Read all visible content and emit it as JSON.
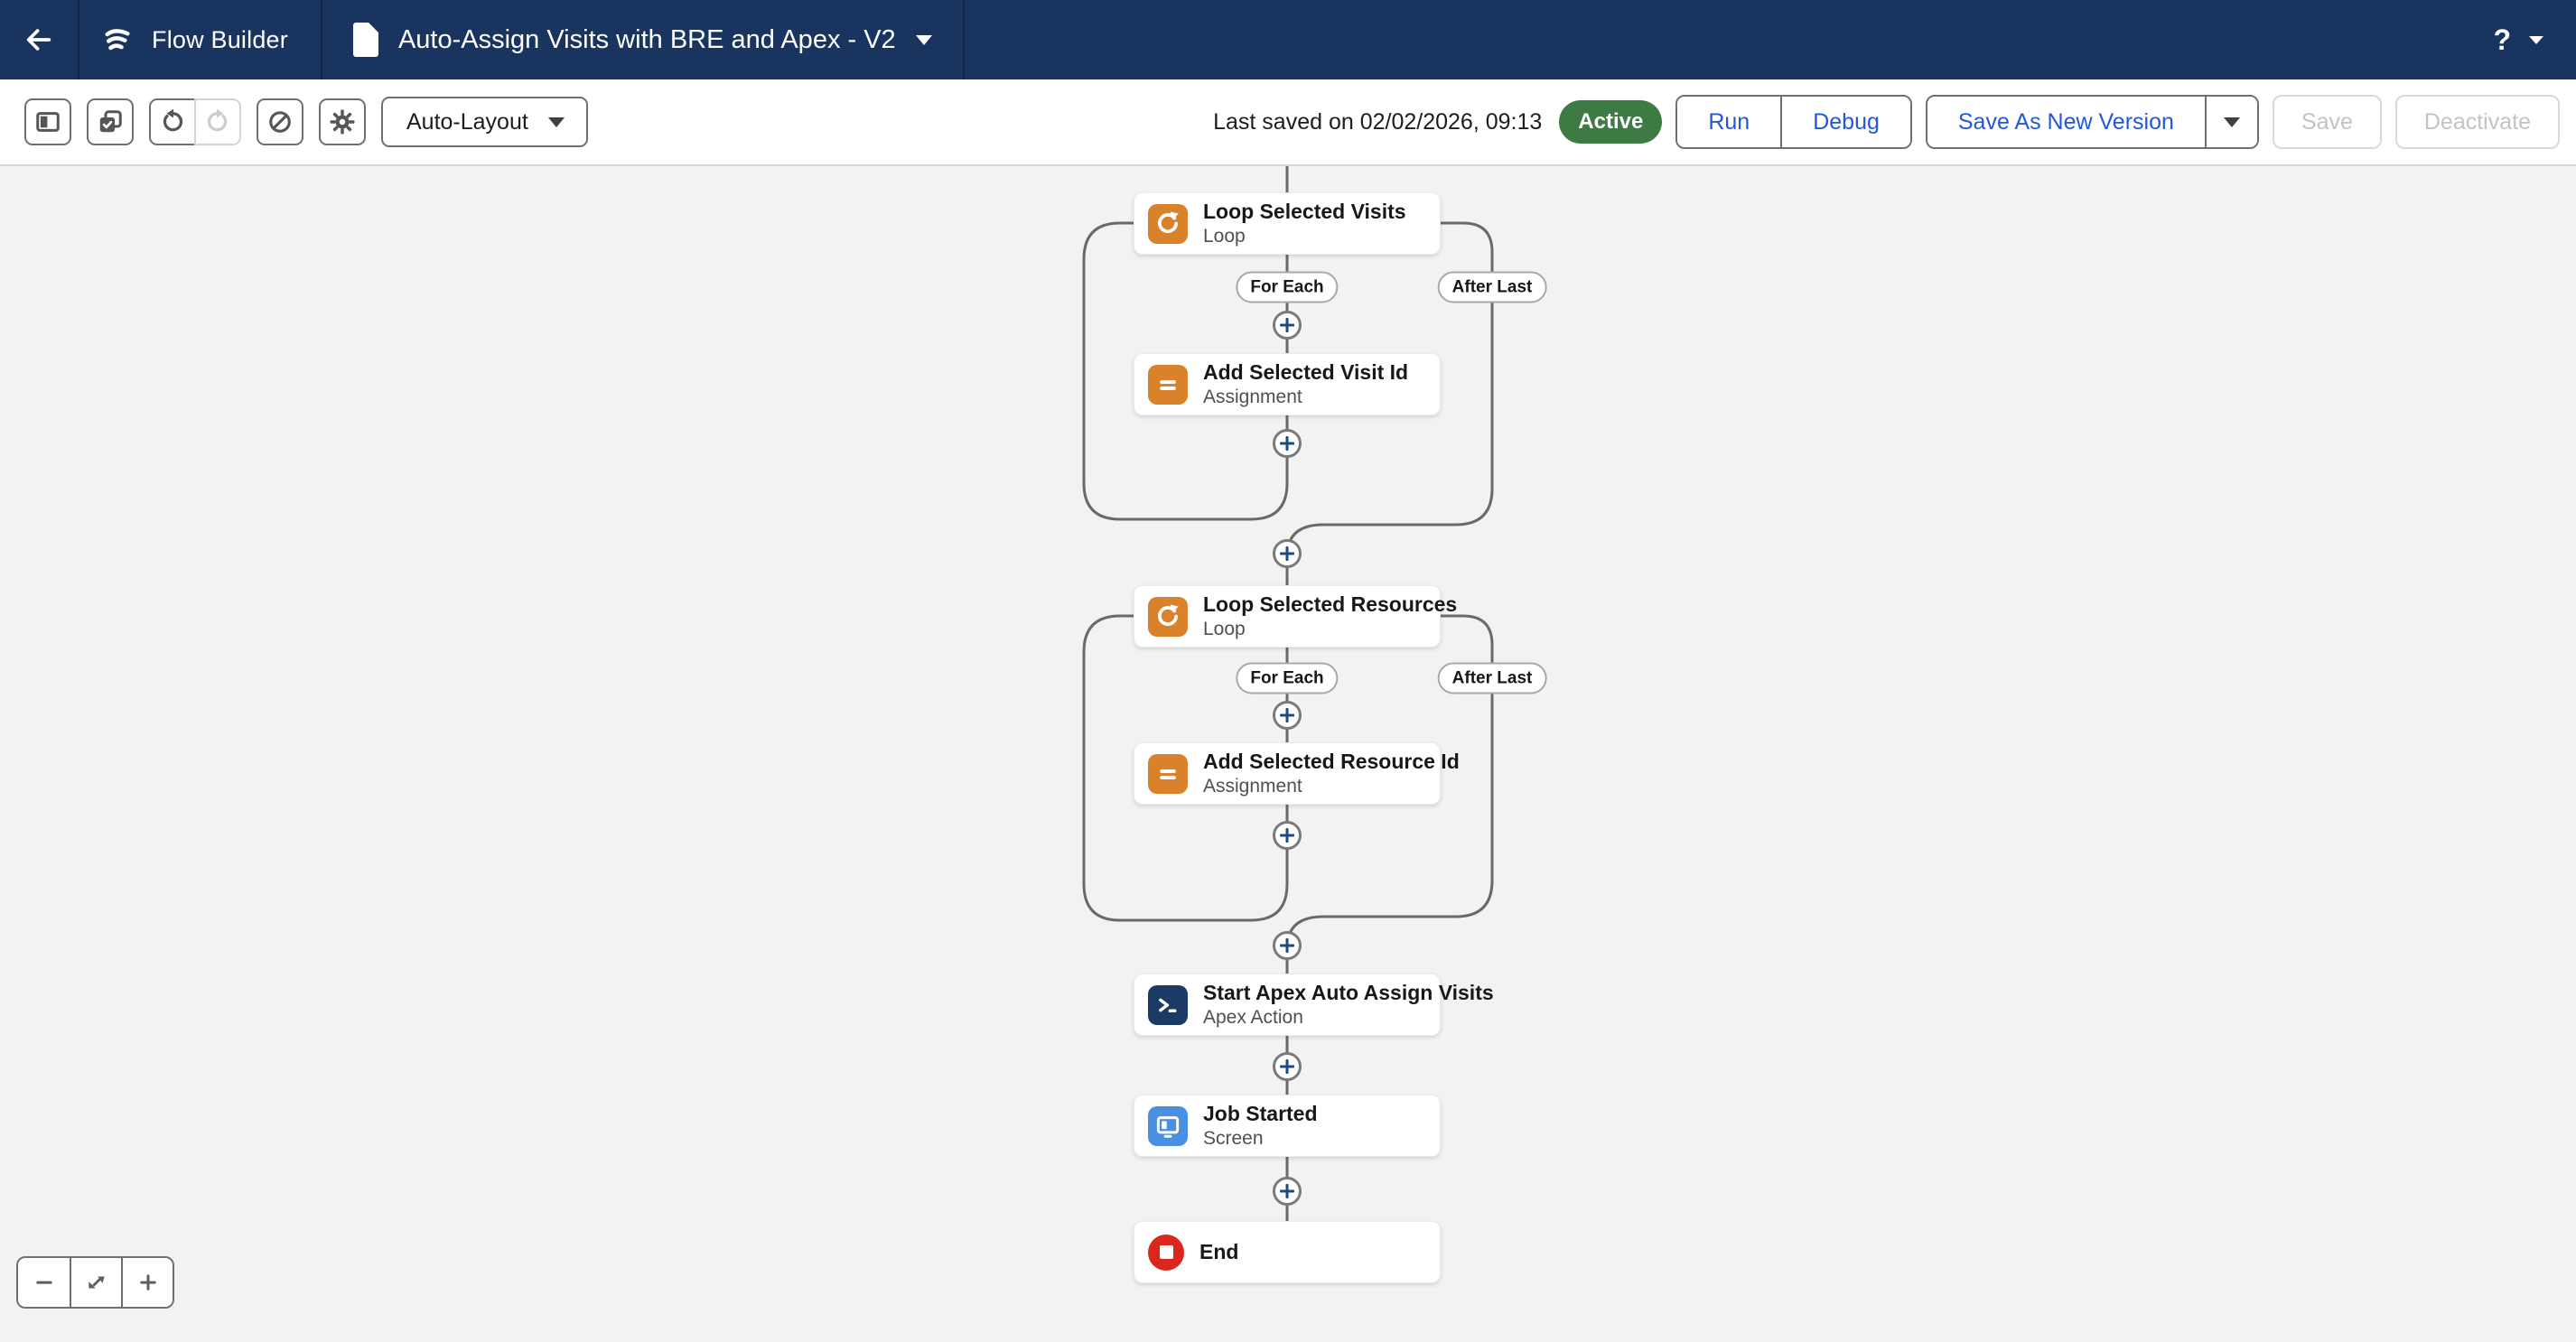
{
  "header": {
    "app_name": "Flow Builder",
    "flow_title": "Auto-Assign Visits with BRE and Apex - V2",
    "help_label": "?"
  },
  "toolbar": {
    "layout_mode": "Auto-Layout",
    "last_saved": "Last saved on 02/02/2026, 09:13",
    "status": "Active",
    "run_label": "Run",
    "debug_label": "Debug",
    "save_as_new_version_label": "Save As New Version",
    "save_label": "Save",
    "deactivate_label": "Deactivate"
  },
  "canvas": {
    "branch_labels": {
      "for_each": "For Each",
      "after_last": "After Last"
    },
    "nodes": [
      {
        "title": "Loop Selected Visits",
        "type_label": "Loop",
        "icon": "loop-icon",
        "color": "#d9822b"
      },
      {
        "title": "Add Selected Visit Id",
        "type_label": "Assignment",
        "icon": "assignment-icon",
        "color": "#d9822b"
      },
      {
        "title": "Loop Selected Resources",
        "type_label": "Loop",
        "icon": "loop-icon",
        "color": "#d9822b"
      },
      {
        "title": "Add Selected Resource Id",
        "type_label": "Assignment",
        "icon": "assignment-icon",
        "color": "#d9822b"
      },
      {
        "title": "Start Apex Auto Assign Visits",
        "type_label": "Apex Action",
        "icon": "apex-terminal-icon",
        "color": "#1b3a64"
      },
      {
        "title": "Job Started",
        "type_label": "Screen",
        "icon": "screen-icon",
        "color": "#4a90e2"
      },
      {
        "title": "End",
        "type_label": "",
        "icon": "end-icon",
        "color": "#d9271e"
      }
    ]
  },
  "colors": {
    "header_navy": "#18345f",
    "canvas_bg": "#f3f2f2",
    "connector_gray": "#6b6968",
    "link_blue": "#2257d9",
    "active_green": "#3e7b44",
    "plus_navy": "#1b4a7e"
  },
  "icons": [
    "back-icon",
    "flow-builder-logo-icon",
    "document-icon",
    "chevron-down-icon",
    "help-icon",
    "panel-toggle-icon",
    "select-elements-icon",
    "undo-icon",
    "redo-icon",
    "disable-icon",
    "gear-icon",
    "loop-icon",
    "assignment-icon",
    "apex-terminal-icon",
    "screen-icon",
    "end-icon",
    "add-element-icon",
    "zoom-out-icon",
    "expand-icon",
    "zoom-in-icon"
  ]
}
